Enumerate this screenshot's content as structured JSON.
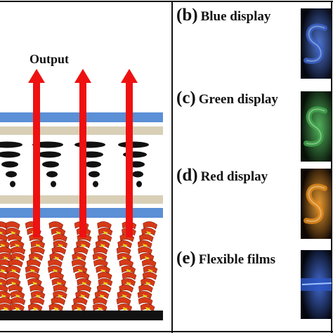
{
  "diagram": {
    "output_label": "Output",
    "colors": {
      "blue_layer": "#5b8fd6",
      "tan_layer": "#d8cfb6",
      "arrow": "#ee1111",
      "helix_red": "#d63a18",
      "helix_yellow": "#e8d21a",
      "substrate": "#111111"
    }
  },
  "panels": [
    {
      "letter": "(b)",
      "title": "Blue display",
      "glow": "#3a63c8",
      "photo_bg": "#05070f"
    },
    {
      "letter": "(c)",
      "title": "Green display",
      "glow": "#3fa54a",
      "photo_bg": "#061006"
    },
    {
      "letter": "(d)",
      "title": "Red display",
      "glow": "#e08a1a",
      "photo_bg": "#0d0602"
    },
    {
      "letter": "(e)",
      "title": "Flexible films",
      "glow": "#2c56c4",
      "photo_bg": "#04060d"
    }
  ]
}
